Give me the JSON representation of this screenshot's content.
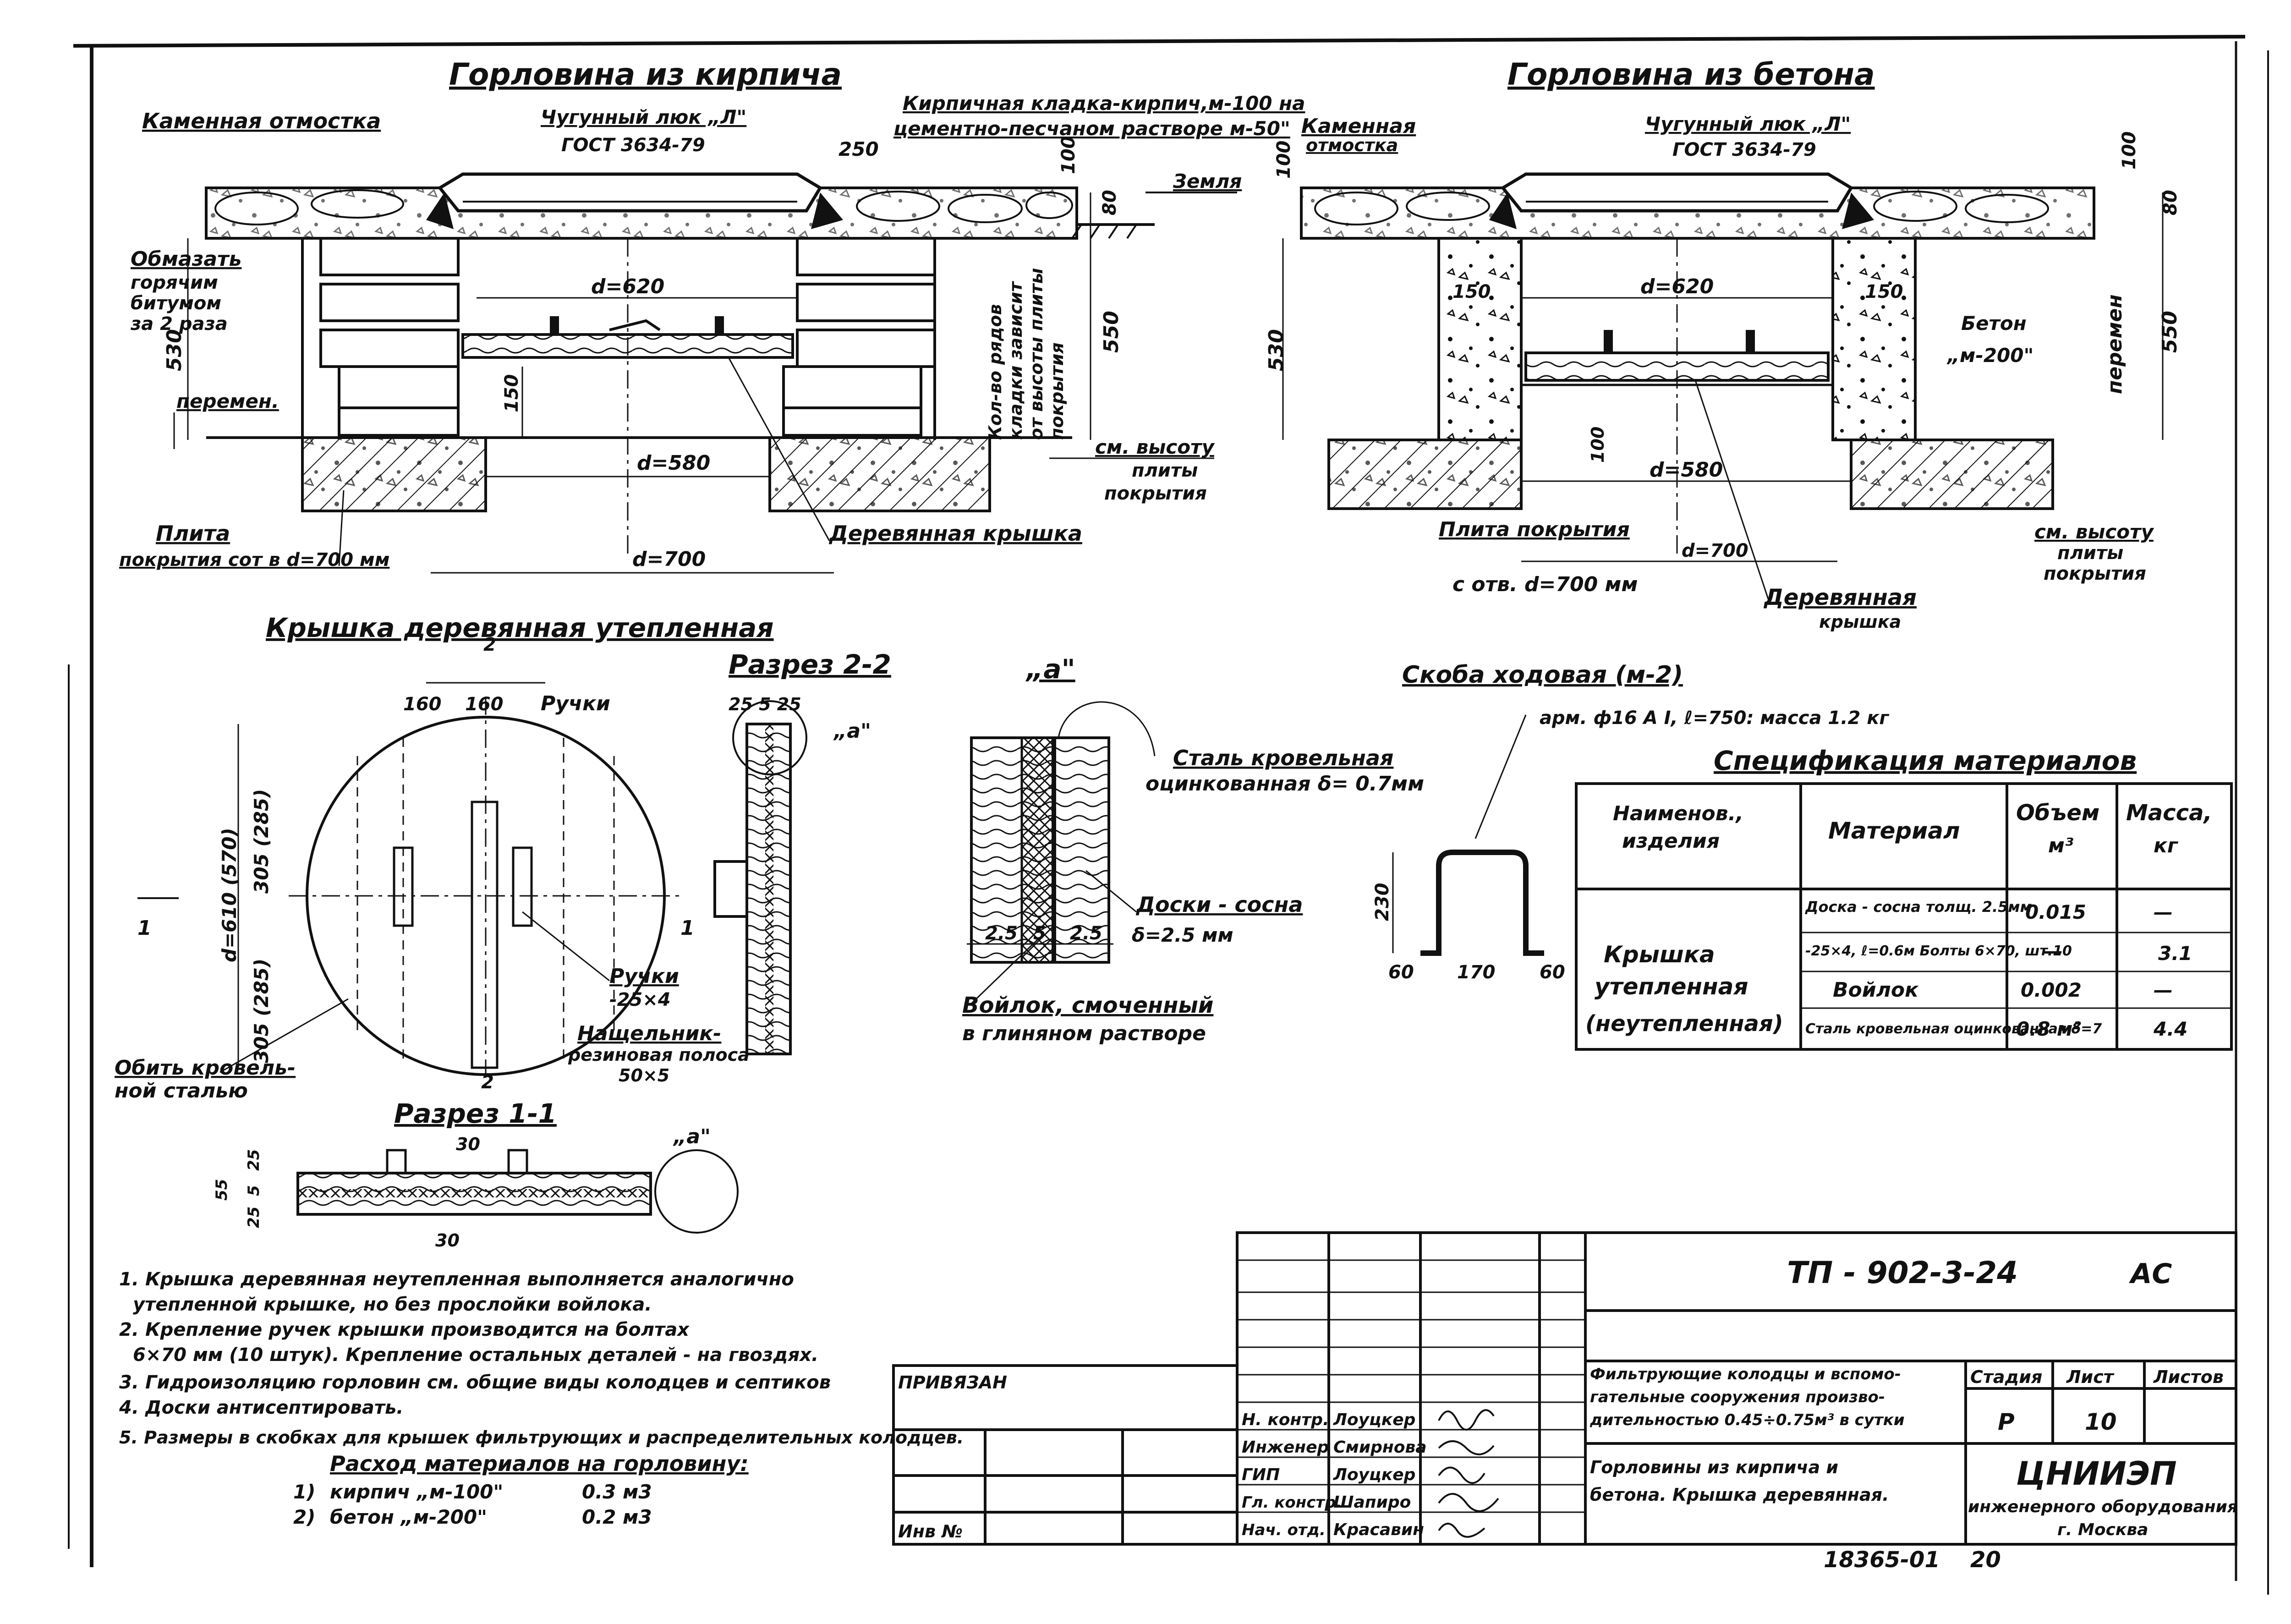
{
  "brick_section": {
    "title": "Горловина из кирпича",
    "labels": {
      "stone_paving": "Каменная отмостка",
      "hatch": "Чугунный люк „Л\"",
      "gost": "ГОСТ 3634-79",
      "masonry1": "Кирпичная кладка-кирпич,м-100 на",
      "masonry2": "цементно-песчаном растворе м-50\"",
      "earth": "Земля",
      "coating1": "Обмазать",
      "coating2": "горячим",
      "coating3": "битумом",
      "coating4": "за 2 раза",
      "rows1": "Кол-во рядов",
      "rows2": "кладки зависит",
      "rows3": "от высоты плиты",
      "rows4": "покрытия",
      "variable": "перемен.",
      "see1": "см. высоту",
      "see2": "плиты",
      "see3": "покрытия",
      "slab1": "Плита",
      "slab2": "покрытия сот в d=700 мм",
      "wood_cover": "Деревянная крышка"
    },
    "dims": {
      "d620": "d=620",
      "d580": "d=580",
      "d700": "d=700",
      "d250": "250",
      "h80": "80",
      "h100": "100",
      "h550": "550",
      "h530": "530",
      "h150": "150"
    }
  },
  "concrete_section": {
    "title": "Горловина из бетона",
    "labels": {
      "stone_paving1": "Каменная",
      "stone_paving2": "отмостка",
      "hatch": "Чугунный люк „Л\"",
      "gost": "ГОСТ 3634-79",
      "concrete1": "Бетон",
      "concrete2": "„м-200\"",
      "variable": "перемен",
      "slab": "Плита покрытия",
      "slab_hole": "с отв. d=700 мм",
      "wood_cover1": "Деревянная",
      "wood_cover2": "крышка",
      "see1": "см. высоту",
      "see2": "плиты",
      "see3": "покрытия"
    },
    "dims": {
      "d620": "d=620",
      "d580": "d=580",
      "d700": "d=700",
      "w150a": "150",
      "w150b": "150",
      "h80": "80",
      "h100a": "100",
      "h100b": "100",
      "h550": "550",
      "h530": "530"
    }
  },
  "cover_plan": {
    "title": "Крышка деревянная утепленная",
    "labels": {
      "handles": "Ручки",
      "handles2": "Ручки",
      "handles_size": "-25×4",
      "plate1": "Нащельник-",
      "plate2": "резиновая полоса",
      "plate3": "50×5",
      "cover_metal1": "Обить кровель-",
      "cover_metal2": "ной сталью",
      "mark1": "1",
      "mark1b": "1",
      "mark2": "2",
      "mark2b": "2"
    },
    "dims": {
      "w160a": "160",
      "w160b": "160",
      "d610": "d=610 (570)",
      "h305a": "305 (285)",
      "h305b": "305 (285)"
    }
  },
  "section_2_2": {
    "title": "Разрез 2-2",
    "dims": "25  5  25",
    "mark": "„a\""
  },
  "section_1_1": {
    "title": "Разрез 1-1",
    "dims": {
      "h25a": "25",
      "h55": "55",
      "h5": "5",
      "h25b": "25",
      "w30a": "30",
      "w30b": "30"
    },
    "mark": "„a\""
  },
  "detail_a": {
    "title": "„a\"",
    "labels": {
      "steel1": "Сталь кровельная",
      "steel2": "оцинкованная δ= 0.7мм",
      "boards1": "Доски - сосна",
      "boards2": "δ=2.5 мм",
      "felt1": "Войлок, смоченный",
      "felt2": "в глиняном растворе"
    },
    "dims": {
      "a": "2.5",
      "b": "5",
      "c": "2.5"
    }
  },
  "bracket": {
    "title": "Скоба ходовая (м-2)",
    "spec": "арм. ф16 А I, ℓ=750: масса 1.2 кг",
    "dims": {
      "h230": "230",
      "w60a": "60",
      "w170": "170",
      "w60b": "60"
    }
  },
  "spec_table": {
    "title": "Спецификация материалов",
    "headers": [
      "Наименов., изделия",
      "Материал",
      "Объем м³",
      "Масса, кг"
    ],
    "product": [
      "Крышка",
      "утепленная",
      "(неутепленная)"
    ],
    "rows": [
      {
        "material": "Доска - сосна толщ. 2.5мм",
        "volume": "0.015",
        "mass": "—"
      },
      {
        "material": "-25×4, ℓ=0.6м Болты 6×70, шт.10",
        "volume": "—",
        "mass": "3.1"
      },
      {
        "material": "Войлок",
        "volume": "0.002",
        "mass": "—"
      },
      {
        "material": "Сталь кровельная оцинкованная δ=7",
        "volume": "0.8 м²",
        "mass": "4.4"
      }
    ]
  },
  "notes": {
    "items": [
      "1. Крышка деревянная неутепленная выполняется аналогично",
      "утепленной крышке, но без прослойки войлока.",
      "2. Крепление ручек крышки производится на болтах",
      "6×70 мм (10 штук). Крепление остальных деталей - на гвоздях.",
      "3. Гидроизоляцию горловин см. общие виды колодцев и септиков",
      "4. Доски антисептировать.",
      "5. Размеры в скобках для крышек фильтрующих и распределительных колодцев."
    ],
    "consumption_title": "Расход материалов на горловину:",
    "consumption": [
      {
        "n": "1)",
        "name": "кирпич „м-100\"",
        "qty": "0.3 м3"
      },
      {
        "n": "2)",
        "name": "бетон „м-200\"",
        "qty": "0.2 м3"
      }
    ]
  },
  "title_block": {
    "bound": "ПРИВЯЗАН",
    "inv": "Инв №",
    "doc_code": "ТП - 902-3-24",
    "doc_suffix": "АС",
    "project1": "Фильтрующие колодцы и вспомо-",
    "project2": "гательные сооружения произво-",
    "project3": "дительностью 0.45÷0.75м³ в сутки",
    "sheet_title1": "Горловины из кирпича и",
    "sheet_title2": "бетона. Крышка деревянная.",
    "stage_label": "Стадия",
    "sheet_label": "Лист",
    "sheets_label": "Листов",
    "stage": "Р",
    "sheet": "10",
    "org1": "ЦНИИЭП",
    "org2": "инженерного оборудования",
    "org3": "г. Москва",
    "signers": [
      {
        "role": "Н. контр.",
        "name": "Лоуцкер"
      },
      {
        "role": "Инженер",
        "name": "Смирнова"
      },
      {
        "role": "ГИП",
        "name": "Лоуцкер"
      },
      {
        "role": "Гл. констр.",
        "name": "Шапиро"
      },
      {
        "role": "Нач. отд.",
        "name": "Красавин"
      }
    ],
    "bottom_code": "18365-01",
    "bottom_page": "20"
  }
}
